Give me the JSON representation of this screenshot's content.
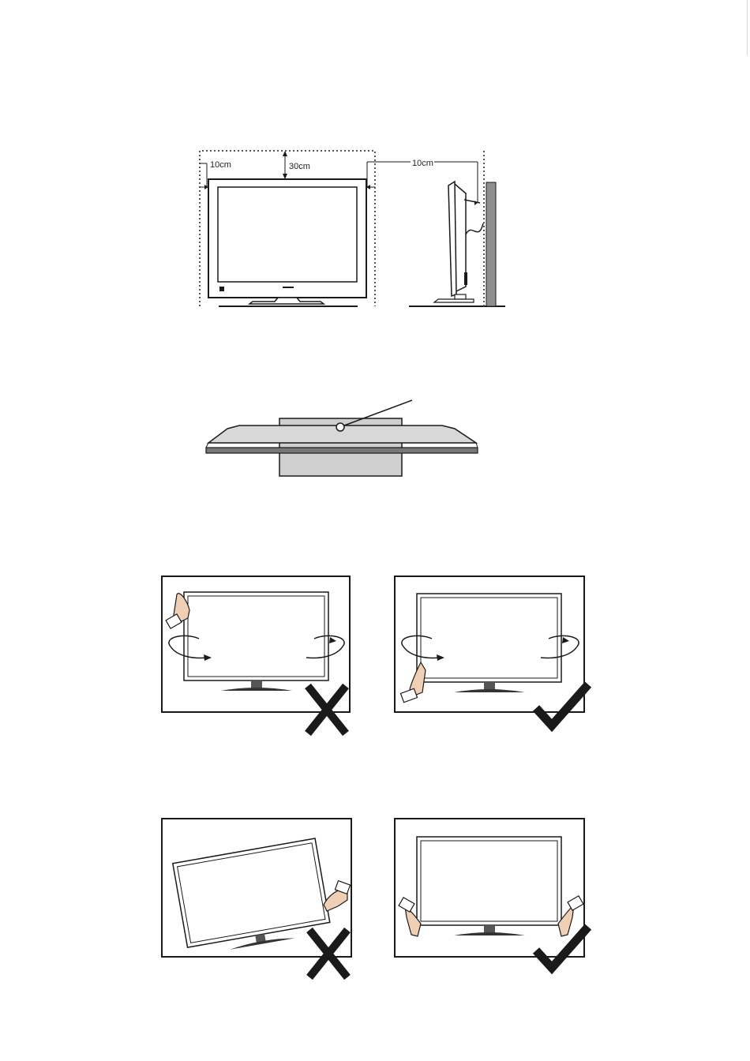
{
  "clearance_figure": {
    "left_gap_label": "10cm",
    "top_gap_label": "30cm",
    "rear_gap_label": "10cm"
  },
  "colors": {
    "ink": "#1a1a1a",
    "stand_fill": "#cfcfcf",
    "wall_fill": "#8e8e8e",
    "hand_fill": "#f0d0b4"
  },
  "icons": {
    "wrong": "cross-icon",
    "right": "check-icon"
  }
}
